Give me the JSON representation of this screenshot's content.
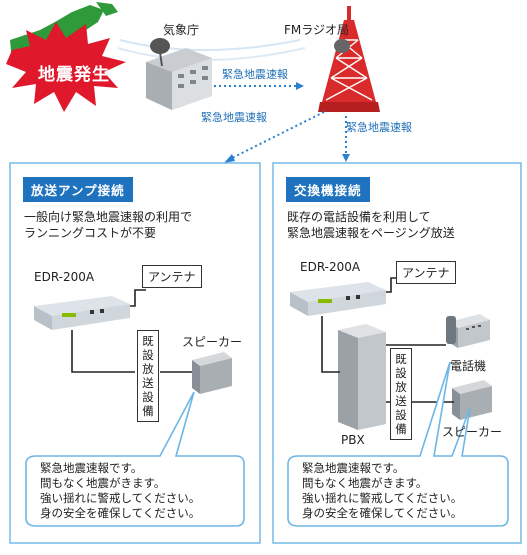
{
  "top": {
    "burst": "地震発生",
    "jma": "気象庁",
    "fm": "FMラジオ局",
    "arrow_jma_fm": "緊急地震速報",
    "arrow_left": "緊急地震速報",
    "arrow_right": "緊急地震速報"
  },
  "left": {
    "header": "放送アンプ接続",
    "desc_line1": "一般向け緊急地震速報の利用で",
    "desc_line2": "ランニングコストが不要",
    "device": "EDR-200A",
    "antenna": "アンテナ",
    "equipment": "既設放送設備",
    "speaker": "スピーカー",
    "message": [
      "緊急地震速報です。",
      "間もなく地震がきます。",
      "強い揺れに警戒してください。",
      "身の安全を確保してください。"
    ]
  },
  "right": {
    "header": "交換機接続",
    "desc_line1": "既存の電話設備を利用して",
    "desc_line2": "緊急地震速報をページング放送",
    "device": "EDR-200A",
    "antenna": "アンテナ",
    "pbx": "PBX",
    "equipment": "既設放送設備",
    "phone": "電話機",
    "speaker": "スピーカー",
    "message": [
      "緊急地震速報です。",
      "間もなく地震がきます。",
      "強い揺れに警戒してください。",
      "身の安全を確保してください。"
    ]
  },
  "colors": {
    "accent": "#1f72bd",
    "burst": "#e0182b",
    "tower": "#d92b2b"
  }
}
